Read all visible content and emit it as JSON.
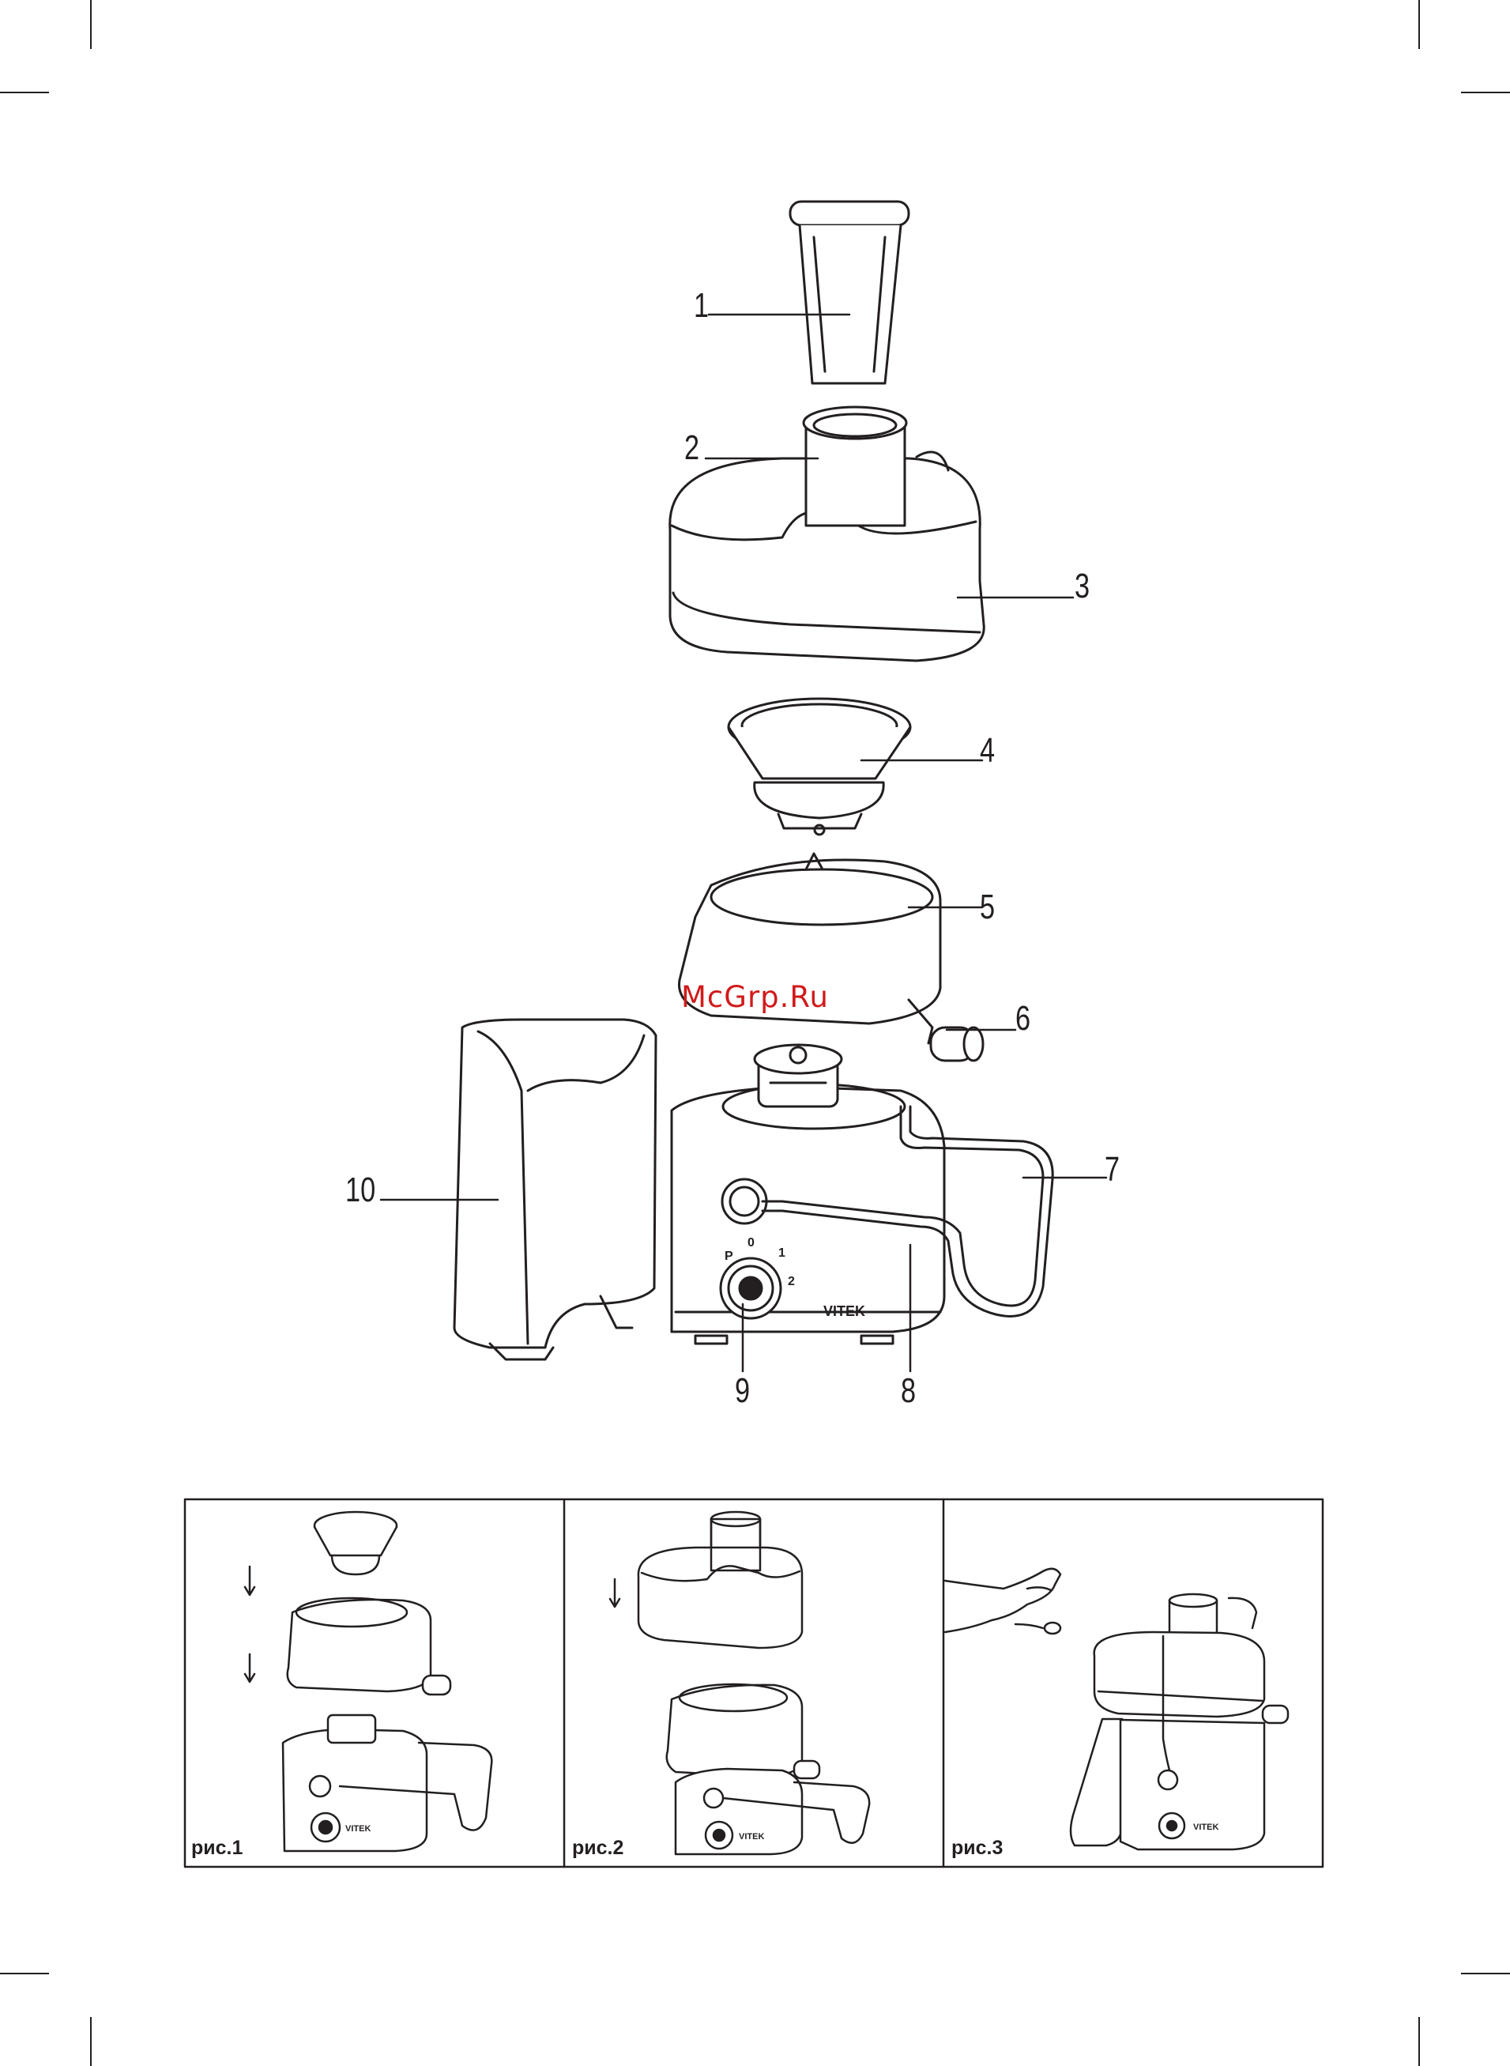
{
  "watermark": "McGrp.Ru",
  "brand": "VITEK",
  "callouts": [
    "1",
    "2",
    "3",
    "4",
    "5",
    "6",
    "7",
    "8",
    "9",
    "10"
  ],
  "dial_marks": [
    "P",
    "0",
    "1",
    "2"
  ],
  "panels": [
    {
      "label": "рис.1"
    },
    {
      "label": "рис.2"
    },
    {
      "label": "рис.3"
    }
  ],
  "colors": {
    "line": "#231f20",
    "watermark": "#d11a1a"
  }
}
